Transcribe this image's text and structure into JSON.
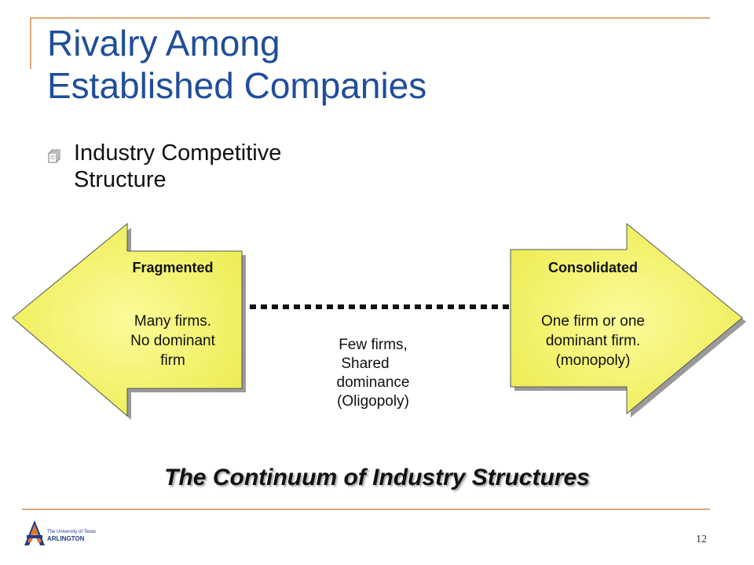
{
  "slide": {
    "title_line1": "Rivalry Among",
    "title_line2": "Established Companies",
    "bullet_line1": "Industry Competitive",
    "bullet_line2": "Structure",
    "caption": "The Continuum of Industry Structures",
    "page_number": "12"
  },
  "diagram": {
    "left": {
      "heading": "Fragmented",
      "lines": [
        "Many firms.",
        "No dominant",
        "firm"
      ]
    },
    "right": {
      "heading": "Consolidated",
      "lines": [
        "One firm or one",
        "dominant firm.",
        "(monopoly)"
      ]
    },
    "middle": {
      "lines": [
        "Few firms,",
        "Shared",
        "dominance",
        "(Oligopoly)"
      ]
    }
  },
  "logo": {
    "line1": "The University of Texas",
    "line2": "ARLINGTON"
  },
  "colors": {
    "title": "#1f4e9a",
    "arrow_fill": "#f7f76a",
    "frame": "#e0a878",
    "logo_blue": "#1f3c88",
    "logo_orange": "#e07a2e"
  }
}
